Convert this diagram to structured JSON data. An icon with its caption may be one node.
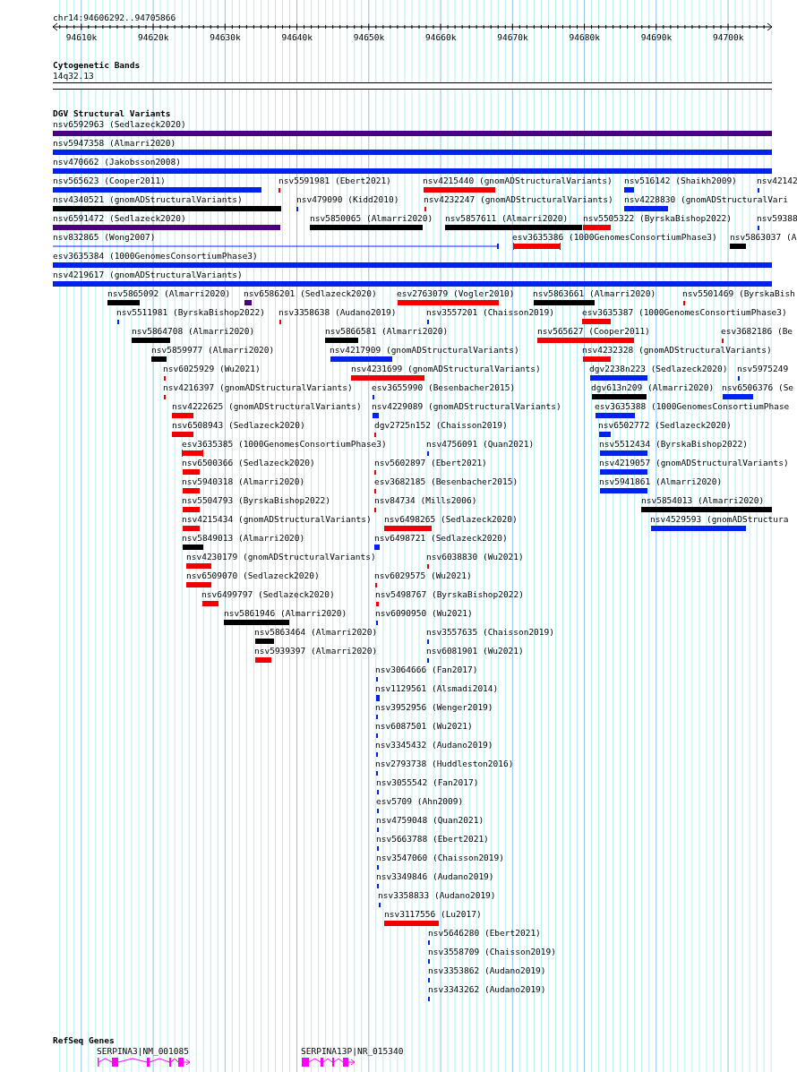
{
  "diagram": {
    "labels": [
      "chr14:94606292..94705866",
      "94610k",
      "94620k",
      "94630k",
      "94640k",
      "94650k",
      "94660k",
      "94670k",
      "94680k",
      "94690k",
      "94700k",
      "Cytogenetic Bands",
      "14q32.13",
      "DGV Structural Variants",
      "nsv6592963 (Sedlazeck2020)",
      "nsv5947358 (Almarri2020)",
      "nsv470662 (Jakobsson2008)",
      "nsv565623 (Cooper2011)",
      "nsv5591981 (Ebert2021)",
      "nsv4215440 (gnomADStructuralVariants)",
      "nsv516142 (Shaikh2009)",
      "nsv42142",
      "nsv4340521 (gnomADStructuralVariants)",
      "nsv479090 (Kidd2010)",
      "nsv4232247 (gnomADStructuralVariants)",
      "nsv4228830 (gnomADStructuralVari",
      "nsv6591472 (Sedlazeck2020)",
      "nsv5850065 (Almarri2020)",
      "nsv5857611 (Almarri2020)",
      "nsv5505322 (ByrskaBishop2022)",
      "nsv59388",
      "nsv832865 (Wong2007)",
      "esv3635386 (1000GenomesConsortiumPhase3)",
      "nsv5863037 (A",
      "esv3635384 (1000GenomesConsortiumPhase3)",
      "nsv4219617 (gnomADStructuralVariants)",
      "nsv5865092 (Almarri2020)",
      "nsv6586201 (Sedlazeck2020)",
      "esv2763079 (Vogler2010)",
      "nsv5863661 (Almarri2020)",
      "nsv5501469 (ByrskaBish",
      "nsv5511981 (ByrskaBishop2022)",
      "nsv3358638 (Audano2019)",
      "nsv3557201 (Chaisson2019)",
      "esv3635387 (1000GenomesConsortiumPhase3)",
      "nsv5864708 (Almarri2020)",
      "nsv5866581 (Almarri2020)",
      "nsv565627 (Cooper2011)",
      "esv3682186 (Be",
      "nsv5859977 (Almarri2020)",
      "nsv4217909 (gnomADStructuralVariants)",
      "nsv4232328 (gnomADStructuralVariants)",
      "nsv6025929 (Wu2021)",
      "nsv4231699 (gnomADStructuralVariants)",
      "dgv2238n223 (Sedlazeck2020)",
      "nsv5975249",
      "nsv4216397 (gnomADStructuralVariants)",
      "esv3655990 (Besenbacher2015)",
      "dgv613n209 (Almarri2020)",
      "nsv6506376 (Se",
      "nsv4222625 (gnomADStructuralVariants)",
      "nsv4229089 (gnomADStructuralVariants)",
      "esv3635388 (1000GenomesConsortiumPhase",
      "nsv6508943 (Sedlazeck2020)",
      "dgv2725n152 (Chaisson2019)",
      "nsv6502772 (Sedlazeck2020)",
      "esv3635385 (1000GenomesConsortiumPhase3)",
      "nsv4756091 (Quan2021)",
      "nsv5512434 (ByrskaBishop2022)",
      "nsv6500366 (Sedlazeck2020)",
      "nsv5602897 (Ebert2021)",
      "nsv4219057 (gnomADStructuralVariants)",
      "nsv5940318 (Almarri2020)",
      "esv3682185 (Besenbacher2015)",
      "nsv5941861 (Almarri2020)",
      "nsv5504793 (ByrskaBishop2022)",
      "nsv84734 (Mills2006)",
      "nsv5854013 (Almarri2020)",
      "nsv4215434 (gnomADStructuralVariants)",
      "nsv6498265 (Sedlazeck2020)",
      "nsv4529593 (gnomADStructura",
      "nsv5849013 (Almarri2020)",
      "nsv6498721 (Sedlazeck2020)",
      "nsv4230179 (gnomADStructuralVariants)",
      "nsv6038830 (Wu2021)",
      "nsv6509070 (Sedlazeck2020)",
      "nsv6029575 (Wu2021)",
      "nsv6499797 (Sedlazeck2020)",
      "nsv5498767 (ByrskaBishop2022)",
      "nsv5861946 (Almarri2020)",
      "nsv6090950 (Wu2021)",
      "nsv5863464 (Almarri2020)",
      "nsv3557635 (Chaisson2019)",
      "nsv5939397 (Almarri2020)",
      "nsv6081901 (Wu2021)",
      "nsv3064666 (Fan2017)",
      "nsv1129561 (Alsmadi2014)",
      "nsv3952956 (Wenger2019)",
      "nsv6087501 (Wu2021)",
      "nsv3345432 (Audano2019)",
      "nsv2793738 (Huddleston2016)",
      "nsv3055542 (Fan2017)",
      "esv5709 (Ahn2009)",
      "nsv4759048 (Quan2021)",
      "nsv5663788 (Ebert2021)",
      "nsv3547060 (Chaisson2019)",
      "nsv3349846 (Audano2019)",
      "nsv3358833 (Audano2019)",
      "nsv3117556 (Lu2017)",
      "nsv5646280 (Ebert2021)",
      "nsv3558709 (Chaisson2019)",
      "nsv3353862 (Audano2019)",
      "nsv3343262 (Audano2019)",
      "RefSeq Genes",
      "SERPINA3|NM_001085",
      "SERPINA13P|NR_015340"
    ]
  }
}
